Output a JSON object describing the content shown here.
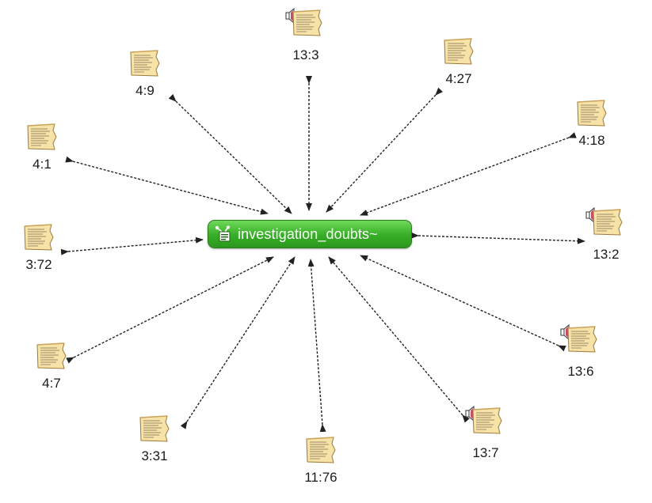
{
  "center": {
    "label": "investigation_doubts~",
    "icon": "network-node-icon",
    "color": "#3cb12b"
  },
  "quotations": [
    {
      "id": "q-13-3",
      "label": "13:3",
      "audio": true
    },
    {
      "id": "q-4-9",
      "label": "4:9",
      "audio": false
    },
    {
      "id": "q-4-27",
      "label": "4:27",
      "audio": false
    },
    {
      "id": "q-4-18",
      "label": "4:18",
      "audio": false
    },
    {
      "id": "q-4-1",
      "label": "4:1",
      "audio": false
    },
    {
      "id": "q-13-2",
      "label": "13:2",
      "audio": true
    },
    {
      "id": "q-3-72",
      "label": "3:72",
      "audio": false
    },
    {
      "id": "q-4-7",
      "label": "4:7",
      "audio": false
    },
    {
      "id": "q-13-6",
      "label": "13:6",
      "audio": true
    },
    {
      "id": "q-3-31",
      "label": "3:31",
      "audio": false
    },
    {
      "id": "q-13-7",
      "label": "13:7",
      "audio": true
    },
    {
      "id": "q-11-76",
      "label": "11:76",
      "audio": false
    }
  ],
  "icons": {
    "document": "text-document-icon",
    "audio": "speaker-icon"
  },
  "colors": {
    "edge": "#222222",
    "doc_fill": "#f7e2a8",
    "doc_border": "#9a7a3a"
  }
}
